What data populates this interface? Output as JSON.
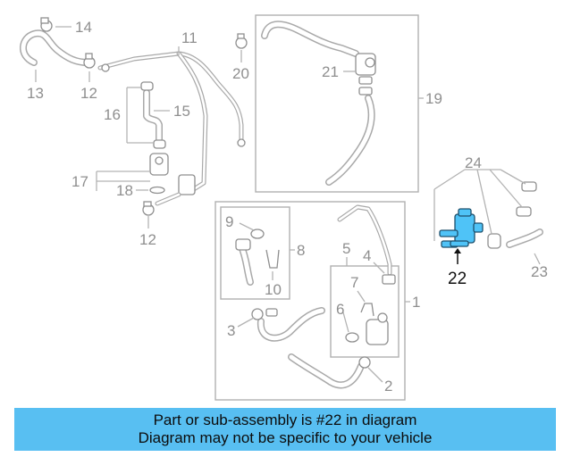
{
  "callouts": {
    "c1": "1",
    "c2": "2",
    "c3": "3",
    "c4": "4",
    "c5": "5",
    "c6": "6",
    "c7": "7",
    "c8": "8",
    "c9": "9",
    "c10": "10",
    "c11": "11",
    "c12a": "12",
    "c12b": "12",
    "c13": "13",
    "c14": "14",
    "c15": "15",
    "c16": "16",
    "c17": "17",
    "c18": "18",
    "c19": "19",
    "c20": "20",
    "c21": "21",
    "c22": "22",
    "c23": "23",
    "c24": "24"
  },
  "highlight_color": "#4fc3f7",
  "banner": {
    "line1": "Part or sub-assembly is #22 in diagram",
    "line2": "Diagram may not be specific to your vehicle",
    "background": "#58bff2"
  }
}
